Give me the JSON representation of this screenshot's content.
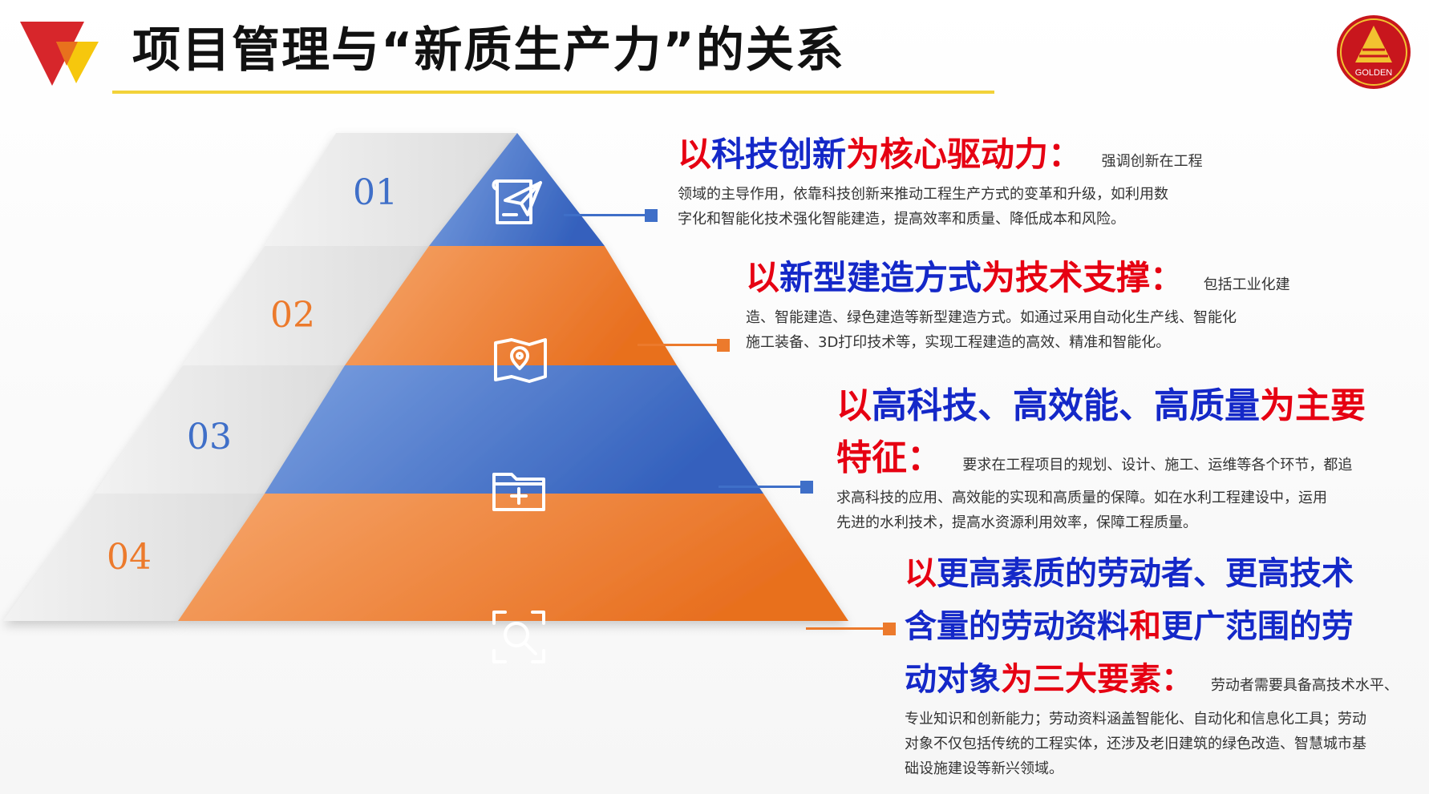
{
  "header": {
    "title": "项目管理与“新质生产力”的关系",
    "logo_left_icon": "red-triangle-logo-icon",
    "logo_right_icon": "golden-pyramid-badge-icon",
    "logo_right_text": "GOLDEN"
  },
  "colors": {
    "blue": "#3f6fc8",
    "orange": "#ec7a2c",
    "red_text": "#e60012",
    "blue_text": "#1428c8",
    "title_rule": "#f2d23a"
  },
  "pyramid": [
    {
      "number": "01",
      "icon": "paper-plane-document-icon",
      "color": "#3f6fc8"
    },
    {
      "number": "02",
      "icon": "map-location-icon",
      "color": "#ec7a2c"
    },
    {
      "number": "03",
      "icon": "folder-add-icon",
      "color": "#3f6fc8"
    },
    {
      "number": "04",
      "icon": "scan-search-icon",
      "color": "#ec7a2c"
    }
  ],
  "items": [
    {
      "h_prefix": "以",
      "h_blue1": "科技创新",
      "h_red": "为核心驱动力：",
      "body_inline": "强调创新在工程",
      "body_lines": [
        "领域的主导作用，依靠科技创新来推动工程生产方式的变革和升级，如利用数",
        "字化和智能化技术强化智能建造，提高效率和质量、降低成本和风险。"
      ]
    },
    {
      "h_prefix": "以",
      "h_blue1": "新型建造方式",
      "h_red": "为技术支撑：",
      "body_inline": "包括工业化建",
      "body_lines": [
        "造、智能建造、绿色建造等新型建造方式。如通过采用自动化生产线、智能化",
        "施工装备、3D打印技术等，实现工程建造的高效、精准和智能化。"
      ]
    },
    {
      "h_line1_prefix": "以",
      "h_line1_blue": "高科技、高效能、高质量",
      "h_line1_red": "为主要",
      "h_line2_red": "特征：",
      "body_inline": "要求在工程项目的规划、设计、施工、运维等各个环节，都追",
      "body_lines": [
        "求高科技的应用、高效能的实现和高质量的保障。如在水利工程建设中，运用",
        "先进的水利技术，提高水资源利用效率，保障工程质量。"
      ]
    },
    {
      "h_line1_prefix": "以",
      "h_line1_blue": "更高素质的劳动者、更高技术",
      "h_line2_blue1": "含量的劳动资料",
      "h_line2_red": "和",
      "h_line2_blue2": "更广范围的劳",
      "h_line3_blue": "动对象",
      "h_line3_red": "为三大要素：",
      "body_inline": "劳动者需要具备高技术水平、",
      "body_lines": [
        "专业知识和创新能力；劳动资料涵盖智能化、自动化和信息化工具；劳动",
        "对象不仅包括传统的工程实体，还涉及老旧建筑的绿色改造、智慧城市基",
        "础设施建设等新兴领域。"
      ]
    }
  ]
}
